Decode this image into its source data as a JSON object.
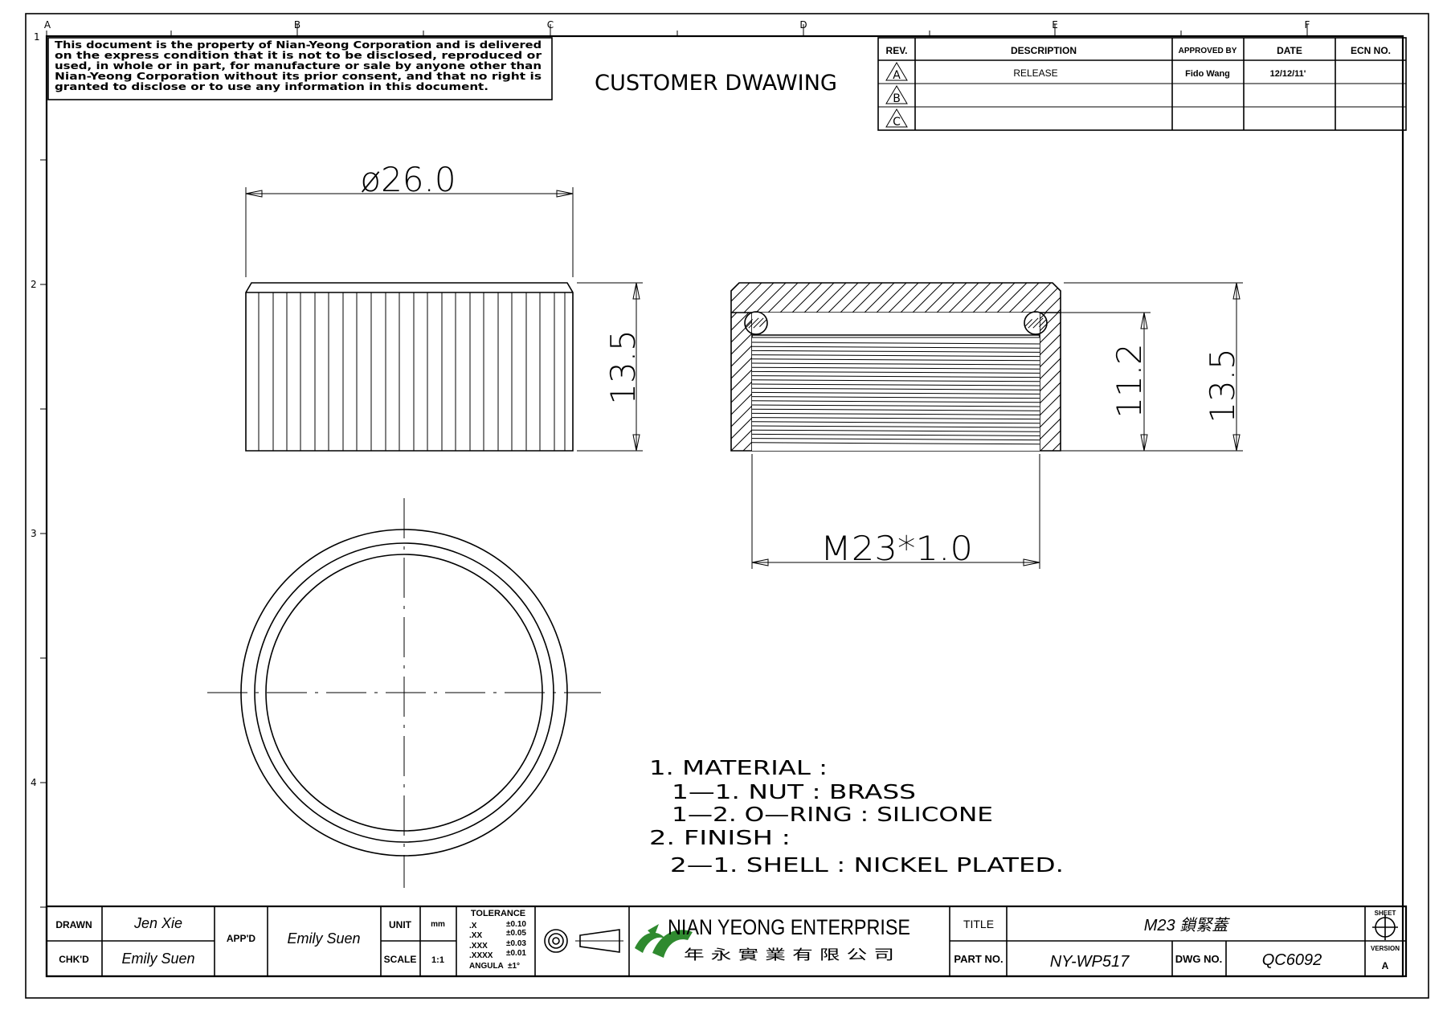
{
  "border": {
    "columns": [
      "A",
      "B",
      "C",
      "D",
      "E",
      "F"
    ],
    "rows": [
      "1",
      "2",
      "3",
      "4"
    ]
  },
  "notice": {
    "lines": [
      "This document is the property of Nian-Yeong Corporation and is delivered",
      "on  the  express condition that it is not to be disclosed, reproduced or",
      "used, in whole or in part, for manufacture or sale by anyone other than",
      "Nian-Yeong Corporation without  its prior consent, and that  no right  is",
      "granted to disclose or to use any information in this  document."
    ]
  },
  "header_title": "CUSTOMER DWAWING",
  "revision_table": {
    "headers": {
      "rev": "REV.",
      "description": "DESCRIPTION",
      "approved_by": "APPROVED BY",
      "date": "DATE",
      "ecn": "ECN NO."
    },
    "rows": [
      {
        "rev": "A",
        "description": "RELEASE",
        "approved_by": "Fido Wang",
        "date": "12/12/11'",
        "ecn": ""
      },
      {
        "rev": "B",
        "description": "",
        "approved_by": "",
        "date": "",
        "ecn": ""
      },
      {
        "rev": "C",
        "description": "",
        "approved_by": "",
        "date": "",
        "ecn": ""
      }
    ]
  },
  "dimensions": {
    "outer_diameter": "ø26.0",
    "height_side": "13.5",
    "inner_height": "11.2",
    "height_section": "13.5",
    "thread": "M23*1.0"
  },
  "notes": [
    "1.  MATERIAL  :",
    "1—1.  NUT  :  BRASS",
    "1—2.  O—RING  :  SILICONE",
    "2.  FINISH  :",
    "2—1.  SHELL  :  NICKEL  PLATED."
  ],
  "title_block": {
    "drawn_label": "DRAWN",
    "drawn": "Jen Xie",
    "checked_label": "CHK'D",
    "checked": "Emily Suen",
    "approved_label": "APP'D",
    "approved": "Emily Suen",
    "unit_label": "UNIT",
    "unit": "mm",
    "scale_label": "SCALE",
    "scale": "1:1",
    "tolerance_label": "TOLERANCE",
    "tolerance_rows": [
      {
        "fmt": ".X",
        "val": "±0.10"
      },
      {
        "fmt": ".XX",
        "val": "±0.05"
      },
      {
        "fmt": ".XXX",
        "val": "±0.03"
      },
      {
        "fmt": ".XXXX",
        "val": "±0.01"
      },
      {
        "fmt": "ANGULA",
        "val": "±1°"
      }
    ],
    "company_en": "NIAN YEONG ENTERPRISE",
    "company_cn": "年 永 實 業 有 限 公 司",
    "title_label": "TITLE",
    "title": "M23 鎖緊蓋",
    "part_no_label": "PART NO.",
    "part_no": "NY-WP517",
    "dwg_no_label": "DWG NO.",
    "dwg_no": "QC6092",
    "sheet_label": "SHEET",
    "version_label": "VERSION",
    "version": "A"
  }
}
